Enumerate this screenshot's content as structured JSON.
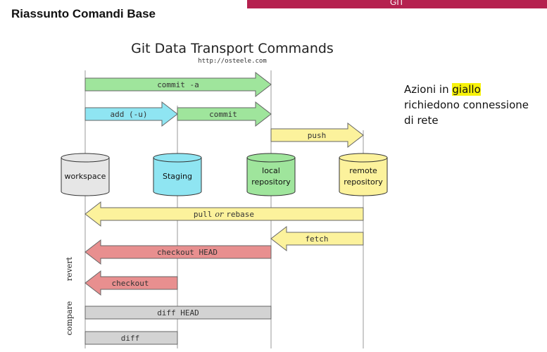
{
  "header": {
    "section_label": "GIT",
    "slide_title": "Riassunto Comandi Base"
  },
  "diagram": {
    "title": "Git Data Transport Commands",
    "url": "http://osteele.com",
    "locations": [
      {
        "label": "workspace",
        "color": "#e6e6e6"
      },
      {
        "label": "Staging",
        "color": "#8fe5f2"
      },
      {
        "label": "local repository",
        "label_lines": [
          "local",
          "repository"
        ],
        "color": "#9fe59c"
      },
      {
        "label": "remote repository",
        "label_lines": [
          "remote",
          "repository"
        ],
        "color": "#fcf29c"
      }
    ],
    "commands": [
      {
        "label": "commit -a",
        "color": "#9fe59c"
      },
      {
        "label": "add (-u)",
        "color": "#8fe5f2"
      },
      {
        "label": "commit",
        "color": "#9fe59c"
      },
      {
        "label": "push",
        "color": "#fcf29c"
      },
      {
        "label": "pull",
        "label_suffix": "or",
        "label_suffix2": "rebase",
        "color": "#fcf29c"
      },
      {
        "label": "fetch",
        "color": "#fcf29c"
      },
      {
        "label": "checkout HEAD",
        "color": "#e88f8f"
      },
      {
        "label": "checkout",
        "color": "#e88f8f"
      },
      {
        "label": "diff HEAD",
        "color": "#d3d3d3"
      },
      {
        "label": "diff",
        "color": "#d3d3d3"
      }
    ],
    "side_labels": [
      "revert",
      "compare"
    ]
  },
  "note": {
    "before": "Azioni in ",
    "highlight": "giallo",
    "after": " richiedono connessione di rete",
    "highlight_color": "#f7f20b"
  }
}
